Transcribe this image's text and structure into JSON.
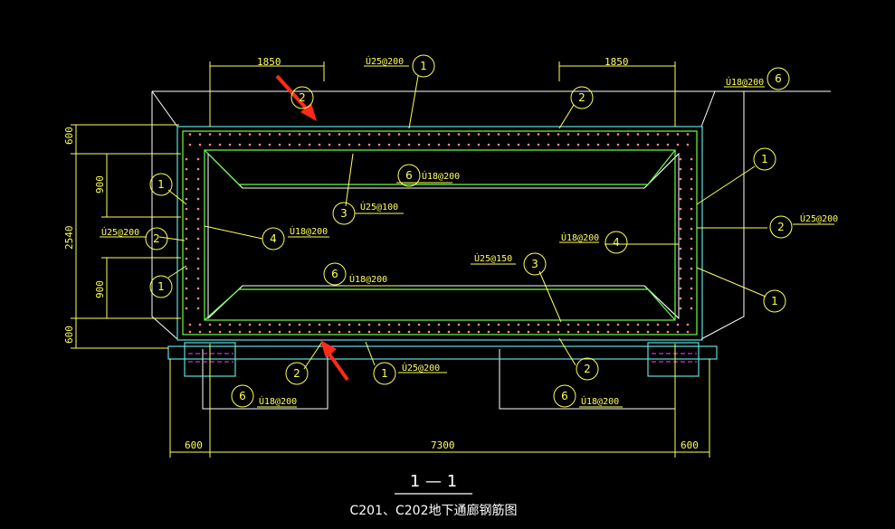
{
  "dims": {
    "top_left": "1850",
    "top_right": "1850",
    "left_600_top": "600",
    "left_900_top": "900",
    "left_2540": "2540",
    "left_900_bottom": "900",
    "left_600_bottom": "600",
    "bottom_600_left": "600",
    "bottom_7300": "7300",
    "bottom_600_right": "600"
  },
  "rebar": {
    "top_1": "Ú25@200",
    "right_6": "Ú18@200",
    "inner_6_top": "Ú18@200",
    "left_2": "Ú25@200",
    "inner_4_left": "Ú18@200",
    "inner_3_top": "Ú25@100",
    "inner_4_right": "Ú18@200",
    "right_2": "Ú25@200",
    "inner_3_right": "Ú25@150",
    "inner_6_bottom": "Ú18@200",
    "bottom_1": "Ú25@200",
    "bottom_6_left": "Ú18@200",
    "bottom_6_right": "Ú18@200"
  },
  "markers": {
    "m1_top": "1",
    "m2_top": "2",
    "m2_arrow": "2",
    "m6_right": "6",
    "m6_inner_top": "6",
    "m1_left_top": "1",
    "m2_left": "2",
    "m1_left_bottom": "1",
    "m3_top": "3",
    "m4_left": "4",
    "m6_inner_bottom": "6",
    "m1_right_top": "1",
    "m2_right": "2",
    "m4_right": "4",
    "m3_right": "3",
    "m1_right_bottom": "1",
    "m2_bottom_left": "2",
    "m1_bottom": "1",
    "m2_bottom_right": "2",
    "m6_bottom_left": "6",
    "m6_bottom_right": "6"
  },
  "title": {
    "section": "1 — 1",
    "caption": "C201、C202地下通廊钢筋图"
  },
  "colors": {
    "background": "#000000",
    "dimension": "#ffff5a",
    "outline": "#ffffff",
    "concrete": "#5fe0e0",
    "rebar": "#6cff4e",
    "hidden": "#ff40ff",
    "arrow": "#ff2a1a"
  }
}
